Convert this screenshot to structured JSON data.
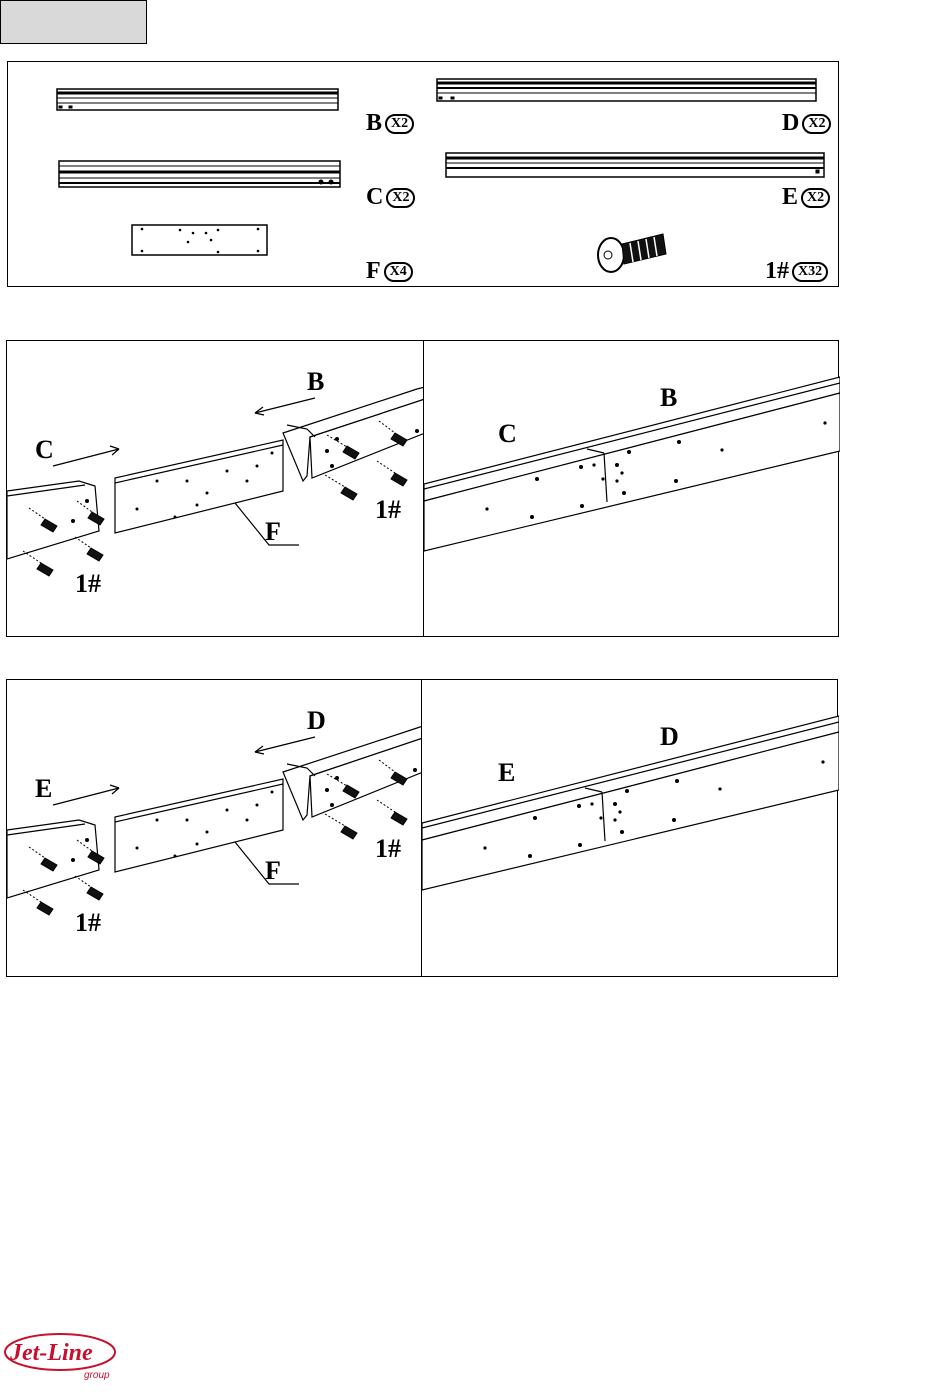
{
  "parts": [
    {
      "letter": "B",
      "qty": "X2"
    },
    {
      "letter": "D",
      "qty": "X2"
    },
    {
      "letter": "C",
      "qty": "X2"
    },
    {
      "letter": "E",
      "qty": "X2"
    },
    {
      "letter": "F",
      "qty": "X4"
    },
    {
      "letter": "1#",
      "qty": "X32"
    }
  ],
  "step1": {
    "left_labels": {
      "rail_right": "B",
      "rail_left": "C",
      "plate": "F",
      "screw_right": "1#",
      "screw_left": "1#"
    },
    "right_labels": {
      "rail_left": "C",
      "rail_right": "B"
    }
  },
  "step2": {
    "left_labels": {
      "rail_right": "D",
      "rail_left": "E",
      "plate": "F",
      "screw_right": "1#",
      "screw_left": "1#"
    },
    "right_labels": {
      "rail_left": "E",
      "rail_right": "D"
    }
  },
  "logo": {
    "brand": "Jet-Line",
    "sub": "group",
    "color": "#c8102e"
  }
}
